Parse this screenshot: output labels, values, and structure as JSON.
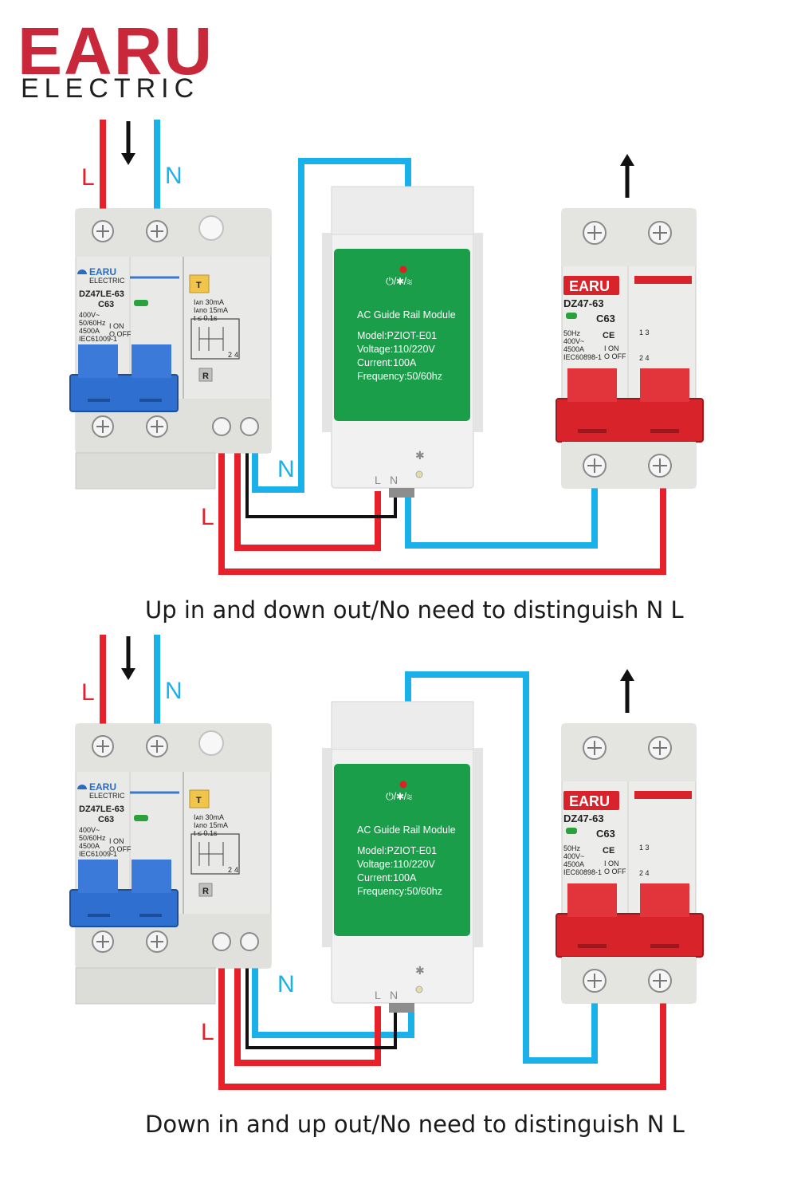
{
  "logo": {
    "brand": "EARU",
    "sub": "ELECTRIC"
  },
  "colors": {
    "live": "#e8202a",
    "neutral": "#1ab0ea",
    "ground": "#111111",
    "module_green": "#1a9e4a",
    "rcbo_blue": "#2f6fd0",
    "mcb_red": "#d8232a"
  },
  "wire_labels": {
    "live": "L",
    "neutral": "N"
  },
  "rcbo": {
    "brand": "EARU",
    "brand_sub": "ELECTRIC",
    "model": "DZ47LE-63",
    "rating": "C63",
    "spec1": "400V~",
    "spec2": "50/60Hz",
    "spec3": "4500A",
    "standard": "IEC61009-1",
    "on": "I ON",
    "off": "O OFF",
    "test": "T",
    "reset": "R",
    "leak1": "Iᴀn   30mA",
    "leak2": "Iᴀno  15mA",
    "leak3": "t ≤ 0.1s",
    "term1": "2",
    "term2": "4"
  },
  "module": {
    "icons": "⏻/✱/≋",
    "title": "AC Guide Rail Module",
    "model": "Model:PZIOT-E01",
    "voltage": "Voltage:110/220V",
    "current": "Current:100A",
    "frequency": "Frequency:50/60hz",
    "bt": "✱",
    "l": "L",
    "n": "N"
  },
  "mcb": {
    "brand": "EARU",
    "model": "DZ47-63",
    "rating": "C63",
    "spec1": "50Hz",
    "spec2": "400V~",
    "spec3": "4500A",
    "standard": "IEC60898-1",
    "ce": "CE",
    "on": "I ON",
    "off": "O OFF",
    "t13": "1 3",
    "t24": "2 4"
  },
  "captions": {
    "top": "Up in and down out/No need to distinguish N L",
    "bottom": "Down in and up out/No need to distinguish N L"
  }
}
